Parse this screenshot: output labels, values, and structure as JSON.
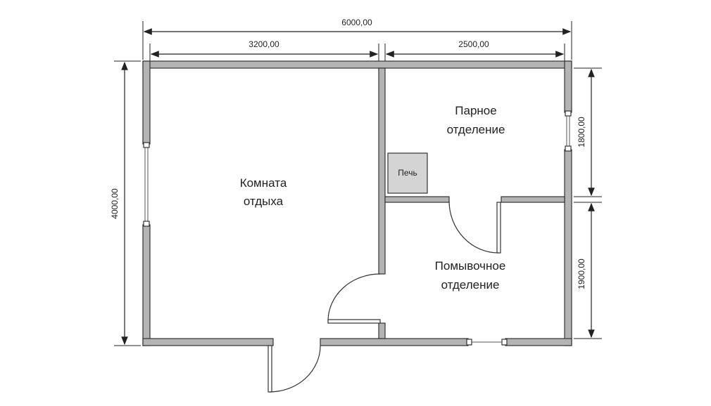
{
  "plan": {
    "rooms": [
      {
        "name": "rest-room",
        "line1": "Комната",
        "line2": "отдыха"
      },
      {
        "name": "steam-room",
        "line1": "Парное",
        "line2": "отделение"
      },
      {
        "name": "wash-room",
        "line1": "Помывочное",
        "line2": "отделение"
      }
    ],
    "stove_label": "Печь",
    "dimensions": {
      "total_width": "6000,00",
      "rest_width": "3200,00",
      "steam_width": "2500,00",
      "total_height": "4000,00",
      "steam_height": "1800,00",
      "wash_height": "1900,00"
    },
    "colors": {
      "wall": "#b4b4b4",
      "stove": "#d4d4d4",
      "line": "#222222"
    }
  }
}
